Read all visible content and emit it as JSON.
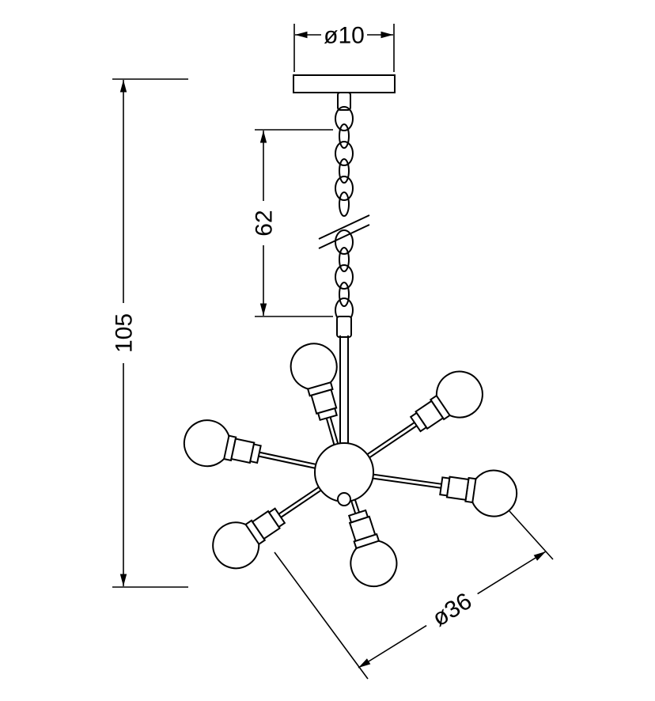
{
  "page": {
    "background_color": "#ffffff",
    "line_color": "#000000"
  },
  "dimensions": {
    "canopy_diameter": {
      "label": "ø10"
    },
    "chain_length": {
      "label": "62"
    },
    "total_height": {
      "label": "105"
    },
    "fixture_diameter": {
      "label": "ø36"
    }
  }
}
